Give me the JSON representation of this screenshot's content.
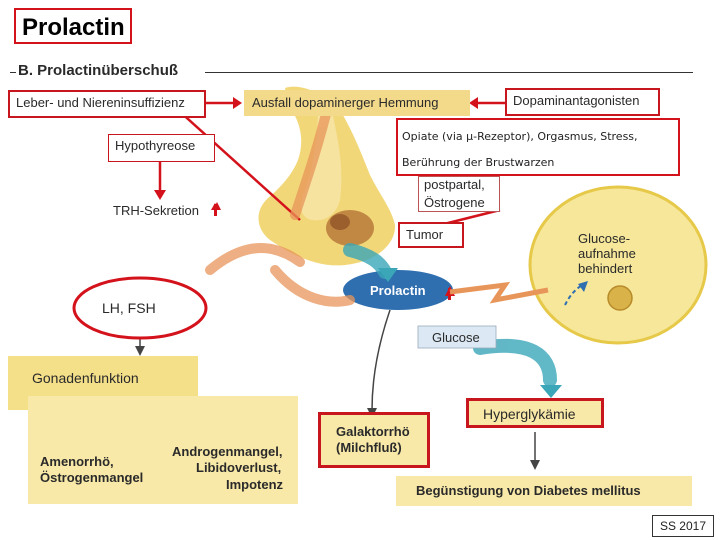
{
  "title": "Prolactin",
  "section_title": "B. Prolactinüberschuß",
  "nodes": {
    "leber": "Leber- und Niereninsuffizienz",
    "ausfall": "Ausfall dopaminerger Hemmung",
    "dopamin": "Dopaminantagonisten",
    "hypothyreose": "Hypothyreose",
    "callout_line1": "Opiate (via µ-Rezeptor), Orgasmus, Stress,",
    "callout_line2": "Berührung der Brustwarzen",
    "postpartal": "postpartal,",
    "oestrogene": "Östrogene",
    "trh": "TRH-Sekretion",
    "tumor": "Tumor",
    "glucose_aufnahme_1": "Glucose-",
    "glucose_aufnahme_2": "aufnahme",
    "glucose_aufnahme_3": "behindert",
    "lh_fsh": "LH, FSH",
    "prolactin": "Prolactin",
    "glucose": "Glucose",
    "gonadenfunktion": "Gonadenfunktion",
    "hyperglykaemie": "Hyperglykämie",
    "amenorrhoe": "Amenorrhö,",
    "oestrogenmangel": "Östrogenmangel",
    "androgenmangel": "Androgenmangel,",
    "libidoverlust": "Libidoverlust,",
    "impotenz": "Impotenz",
    "galaktorrhoe": "Galaktorrhö",
    "milchfluss": "(Milchfluß)",
    "diabetes": "Begünstigung von Diabetes mellitus"
  },
  "footer": "SS 2017",
  "colors": {
    "red": "#d4121c",
    "yellow": "#f5e08a",
    "pituitary": "#f1d36a",
    "blue": "#2f6fb0",
    "teal": "#3aa6b8"
  }
}
